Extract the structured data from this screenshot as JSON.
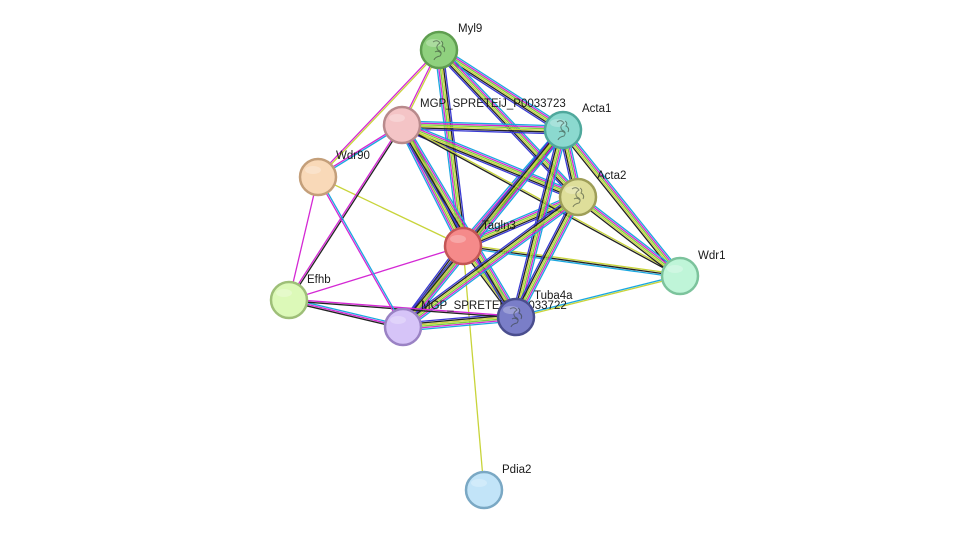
{
  "network": {
    "nodes": [
      {
        "id": "myl9",
        "label": "Myl9",
        "fill": "#8fd17e",
        "stroke": "#5f9e50",
        "icon": "protein-structure-icon"
      },
      {
        "id": "mgp3723",
        "label": "MGP_SPRETEiJ_P0033723",
        "fill": "#f4c4c6",
        "stroke": "#b88a8c"
      },
      {
        "id": "acta1",
        "label": "Acta1",
        "fill": "#8bd9cf",
        "stroke": "#4fa89c",
        "icon": "protein-structure-icon"
      },
      {
        "id": "wdr90",
        "label": "Wdr90",
        "fill": "#f9d9b8",
        "stroke": "#c49f7a"
      },
      {
        "id": "acta2",
        "label": "Acta2",
        "fill": "#dede9a",
        "stroke": "#9e9e58",
        "icon": "protein-structure-icon"
      },
      {
        "id": "tagln3",
        "label": "Tagln3",
        "fill": "#f58a8a",
        "stroke": "#c45555"
      },
      {
        "id": "wdr1",
        "label": "Wdr1",
        "fill": "#bff5d8",
        "stroke": "#7cc39c"
      },
      {
        "id": "efhb",
        "label": "Efhb",
        "fill": "#dcf9b8",
        "stroke": "#9ebf78"
      },
      {
        "id": "mgp3722",
        "label": "MGP_SPRETEiJ_P0033722",
        "fill": "#d6c4f8",
        "stroke": "#9a82c4"
      },
      {
        "id": "tuba4a",
        "label": "Tuba4a",
        "fill": "#7a7ec8",
        "stroke": "#4a4e8e",
        "icon": "protein-structure-icon"
      },
      {
        "id": "pdia2",
        "label": "Pdia2",
        "fill": "#c2e4f8",
        "stroke": "#7aa8c4"
      }
    ],
    "edges": [
      {
        "from": "tagln3",
        "to": "myl9",
        "colors": [
          "#1aa8e0",
          "#d428d4",
          "#7fd13a",
          "#c8d43a",
          "#222222",
          "#3a3ad4"
        ]
      },
      {
        "from": "tagln3",
        "to": "mgp3723",
        "colors": [
          "#1aa8e0",
          "#d428d4",
          "#7fd13a",
          "#c8d43a",
          "#222222",
          "#3a3ad4"
        ]
      },
      {
        "from": "tagln3",
        "to": "acta1",
        "colors": [
          "#1aa8e0",
          "#d428d4",
          "#7fd13a",
          "#c8d43a",
          "#222222",
          "#3a3ad4"
        ]
      },
      {
        "from": "tagln3",
        "to": "acta2",
        "colors": [
          "#1aa8e0",
          "#d428d4",
          "#7fd13a",
          "#c8d43a",
          "#222222",
          "#3a3ad4"
        ]
      },
      {
        "from": "tagln3",
        "to": "wdr1",
        "colors": [
          "#c8d43a",
          "#222222",
          "#1aa8e0"
        ]
      },
      {
        "from": "tagln3",
        "to": "tuba4a",
        "colors": [
          "#1aa8e0",
          "#d428d4",
          "#7fd13a",
          "#c8d43a",
          "#222222"
        ]
      },
      {
        "from": "tagln3",
        "to": "mgp3722",
        "colors": [
          "#1aa8e0",
          "#d428d4",
          "#7fd13a",
          "#c8d43a",
          "#222222",
          "#3a3ad4"
        ]
      },
      {
        "from": "tagln3",
        "to": "wdr90",
        "colors": [
          "#c8d43a"
        ]
      },
      {
        "from": "tagln3",
        "to": "efhb",
        "colors": [
          "#d428d4"
        ]
      },
      {
        "from": "tagln3",
        "to": "pdia2",
        "colors": [
          "#c8d43a"
        ]
      },
      {
        "from": "myl9",
        "to": "mgp3723",
        "colors": [
          "#c8d43a",
          "#d428d4"
        ]
      },
      {
        "from": "myl9",
        "to": "acta1",
        "colors": [
          "#1aa8e0",
          "#d428d4",
          "#7fd13a",
          "#c8d43a",
          "#222222",
          "#3a3ad4"
        ]
      },
      {
        "from": "myl9",
        "to": "acta2",
        "colors": [
          "#1aa8e0",
          "#d428d4",
          "#7fd13a",
          "#c8d43a",
          "#222222",
          "#3a3ad4"
        ]
      },
      {
        "from": "myl9",
        "to": "wdr90",
        "colors": [
          "#c8d43a",
          "#d428d4"
        ]
      },
      {
        "from": "mgp3723",
        "to": "acta1",
        "colors": [
          "#1aa8e0",
          "#d428d4",
          "#7fd13a",
          "#c8d43a",
          "#222222",
          "#3a3ad4"
        ]
      },
      {
        "from": "mgp3723",
        "to": "acta2",
        "colors": [
          "#1aa8e0",
          "#d428d4",
          "#7fd13a",
          "#c8d43a",
          "#222222",
          "#3a3ad4"
        ]
      },
      {
        "from": "mgp3723",
        "to": "wdr1",
        "colors": [
          "#c8d43a",
          "#222222"
        ]
      },
      {
        "from": "mgp3723",
        "to": "tuba4a",
        "colors": [
          "#1aa8e0",
          "#d428d4",
          "#7fd13a",
          "#c8d43a",
          "#222222",
          "#3a3ad4"
        ]
      },
      {
        "from": "mgp3723",
        "to": "efhb",
        "colors": [
          "#222222",
          "#d428d4"
        ]
      },
      {
        "from": "mgp3723",
        "to": "wdr90",
        "colors": [
          "#1aa8e0",
          "#d428d4"
        ]
      },
      {
        "from": "acta1",
        "to": "acta2",
        "colors": [
          "#1aa8e0",
          "#d428d4",
          "#7fd13a",
          "#c8d43a",
          "#222222",
          "#3a3ad4"
        ]
      },
      {
        "from": "acta1",
        "to": "wdr1",
        "colors": [
          "#1aa8e0",
          "#d428d4",
          "#7fd13a",
          "#c8d43a",
          "#222222"
        ]
      },
      {
        "from": "acta1",
        "to": "tuba4a",
        "colors": [
          "#1aa8e0",
          "#d428d4",
          "#7fd13a",
          "#c8d43a",
          "#222222",
          "#3a3ad4"
        ]
      },
      {
        "from": "acta1",
        "to": "mgp3722",
        "colors": [
          "#1aa8e0",
          "#d428d4",
          "#7fd13a",
          "#c8d43a",
          "#222222",
          "#3a3ad4"
        ]
      },
      {
        "from": "acta2",
        "to": "wdr1",
        "colors": [
          "#1aa8e0",
          "#d428d4",
          "#7fd13a",
          "#c8d43a",
          "#222222"
        ]
      },
      {
        "from": "acta2",
        "to": "tuba4a",
        "colors": [
          "#1aa8e0",
          "#d428d4",
          "#7fd13a",
          "#c8d43a",
          "#222222",
          "#3a3ad4"
        ]
      },
      {
        "from": "acta2",
        "to": "mgp3722",
        "colors": [
          "#1aa8e0",
          "#d428d4",
          "#7fd13a",
          "#c8d43a",
          "#222222",
          "#3a3ad4"
        ]
      },
      {
        "from": "tuba4a",
        "to": "mgp3722",
        "colors": [
          "#1aa8e0",
          "#d428d4",
          "#7fd13a",
          "#c8d43a",
          "#222222",
          "#3a3ad4"
        ]
      },
      {
        "from": "tuba4a",
        "to": "wdr1",
        "colors": [
          "#1aa8e0",
          "#c8d43a"
        ]
      },
      {
        "from": "efhb",
        "to": "mgp3722",
        "colors": [
          "#1aa8e0",
          "#d428d4",
          "#222222"
        ]
      },
      {
        "from": "efhb",
        "to": "tuba4a",
        "colors": [
          "#d428d4",
          "#222222"
        ]
      },
      {
        "from": "efhb",
        "to": "wdr90",
        "colors": [
          "#d428d4"
        ]
      },
      {
        "from": "wdr90",
        "to": "mgp3722",
        "colors": [
          "#1aa8e0",
          "#d428d4"
        ]
      }
    ]
  }
}
